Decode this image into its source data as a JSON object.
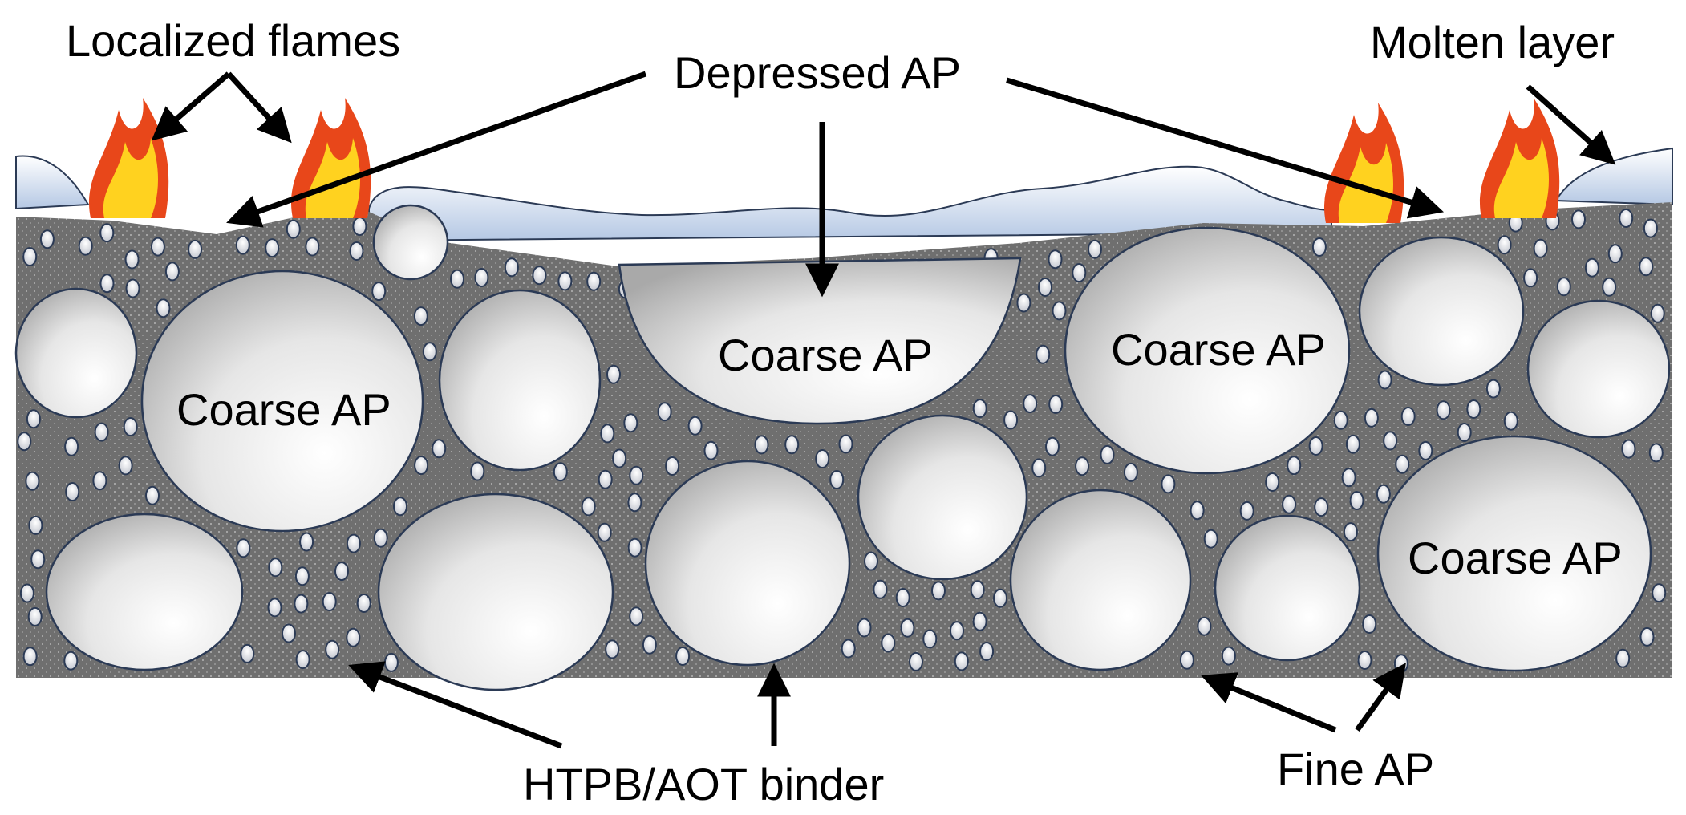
{
  "labels": {
    "localized_flames": "Localized flames",
    "depressed_ap": "Depressed AP",
    "molten_layer": "Molten layer",
    "coarse_ap": "Coarse AP",
    "htpb_binder": "HTPB/AOT binder",
    "fine_ap": "Fine AP"
  },
  "colors": {
    "binder": "#6f6f6f",
    "particle_edge": "#2b3a55",
    "molten_layer": "#c9d9ee",
    "flame_outer": "#e8471a",
    "flame_inner": "#ffd21f",
    "arrow": "#000000"
  }
}
